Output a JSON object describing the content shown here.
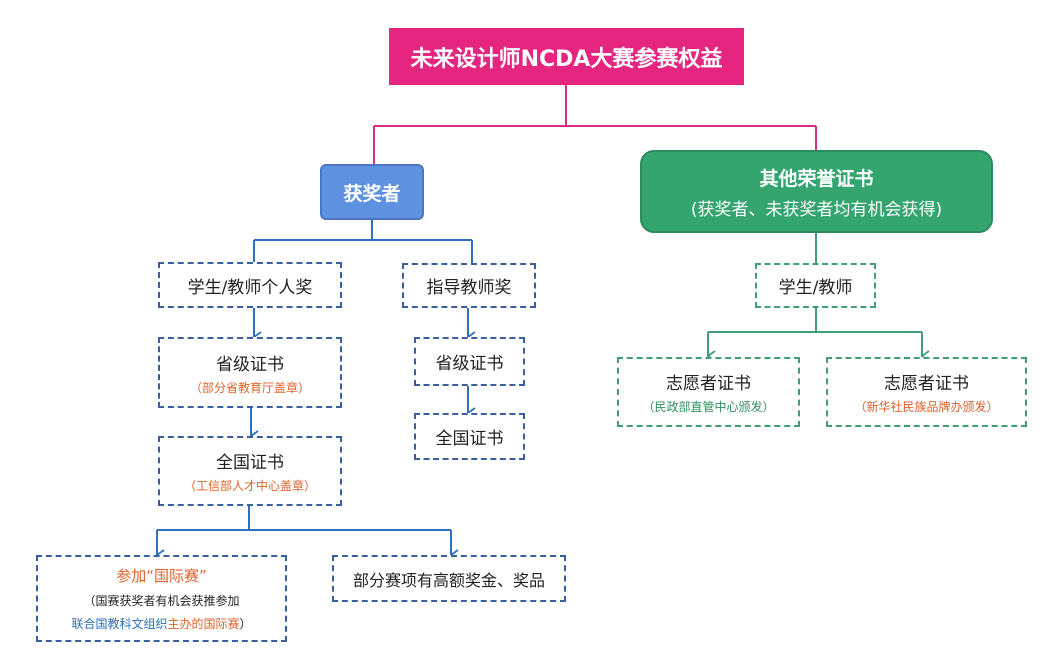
{
  "colors": {
    "root": "#e5257f",
    "winner": "#5e92e0",
    "honor": "#34a56f",
    "blue_line": "#2f6fc0",
    "green_line": "#3f9e74",
    "accent_red": "#e0612b"
  },
  "root": {
    "label": "未来设计师NCDA大赛参赛权益"
  },
  "winner": {
    "label": "获奖者",
    "individual": {
      "label": "学生/教师个人奖",
      "provincial": {
        "label": "省级证书",
        "note": "（部分省教育厅盖章）"
      },
      "national": {
        "label": "全国证书",
        "note": "（工信部人才中心盖章）"
      },
      "international": {
        "label": "参加“国际赛”",
        "line1": "（国赛获奖者有机会获推参加",
        "line2_blue": "联合国教科文组织",
        "line2_red": "主办的国际赛",
        "line2_end": "）"
      },
      "prize": {
        "label": "部分赛项有高额奖金、奖品"
      }
    },
    "advisor": {
      "label": "指导教师奖",
      "provincial": {
        "label": "省级证书"
      },
      "national": {
        "label": "全国证书"
      }
    }
  },
  "honor": {
    "label": "其他荣誉证书",
    "sublabel": "(获奖者、未获奖者均有机会获得)",
    "group": {
      "label": "学生/教师",
      "volunteer1": {
        "label": "志愿者证书",
        "note": "（民政部直管中心颁发）"
      },
      "volunteer2": {
        "label": "志愿者证书",
        "note": "（新华社民族品牌办颁发）"
      }
    }
  }
}
